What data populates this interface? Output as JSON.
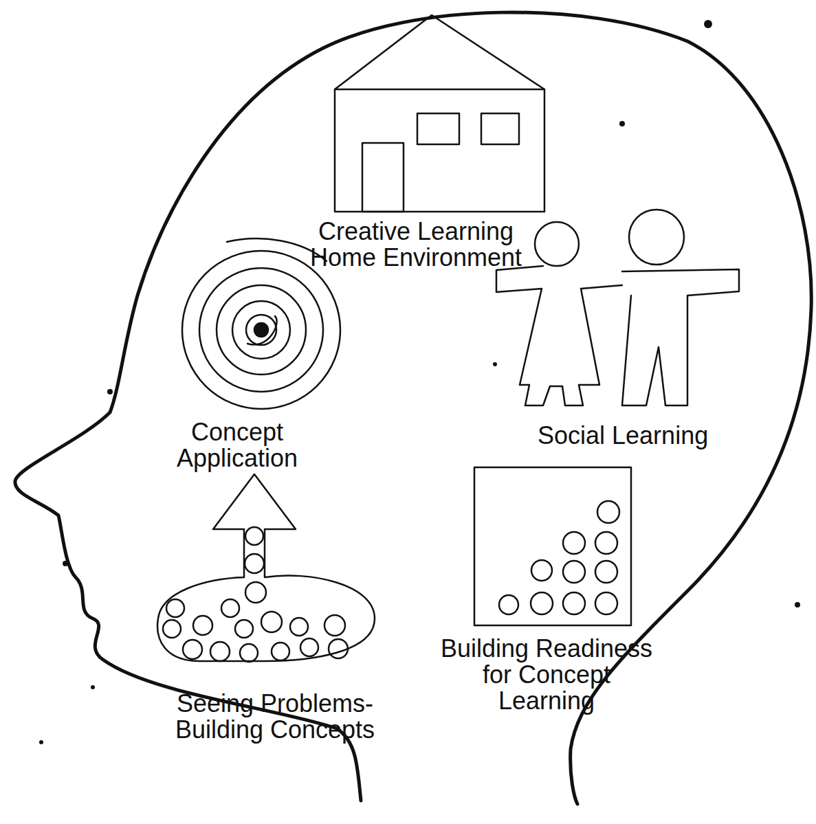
{
  "diagram": {
    "labels": [
      "Creative Learning Home Environment",
      "Concept Application",
      "Social Learning",
      "Building Readiness for Concept Learning",
      "Seeing Problems- Building Concepts"
    ]
  }
}
